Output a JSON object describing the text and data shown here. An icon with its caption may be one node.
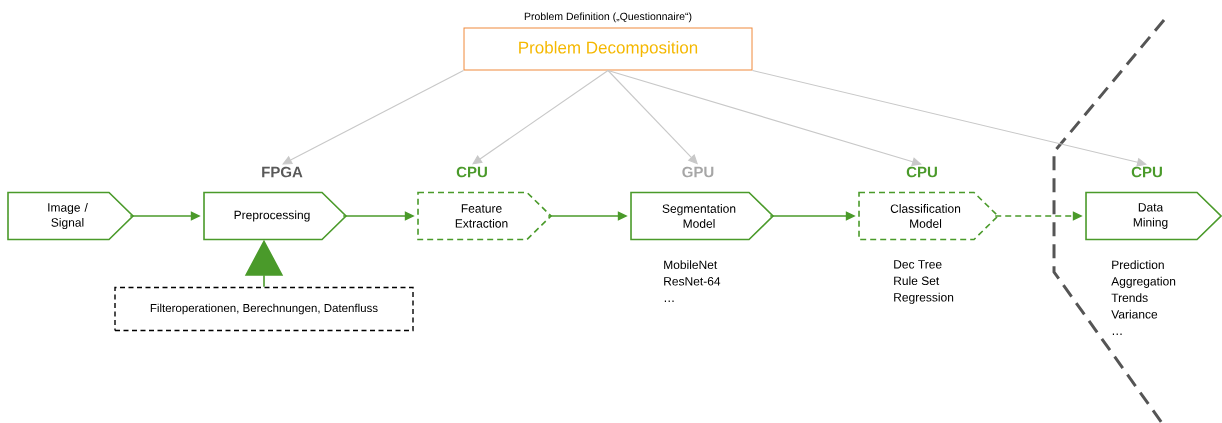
{
  "diagram": {
    "nodes": [
      {
        "text": [
          "Problem Definition („Questionnaire“)",
          "Problem Decomposition"
        ]
      },
      {
        "text": [
          "FPGA"
        ]
      },
      {
        "text": [
          "CPU"
        ]
      },
      {
        "text": [
          "GPU"
        ]
      },
      {
        "text": [
          "CPU"
        ]
      },
      {
        "text": [
          "CPU"
        ]
      },
      {
        "text": [
          "Image / Signal"
        ]
      },
      {
        "text": [
          "Preprocessing"
        ]
      },
      {
        "text": [
          "Feature Extraction"
        ]
      },
      {
        "text": [
          "Segmentation Model"
        ],
        "beside": [
          "MobileNet",
          "ResNet-64",
          "…"
        ]
      },
      {
        "text": [
          "Classification Model"
        ],
        "beside": [
          "Dec Tree",
          "Rule Set",
          "Regression"
        ]
      },
      {
        "text": [
          "Data Mining"
        ],
        "beside": [
          "Prediction",
          "Aggregation",
          "Trends",
          "Variance",
          "…"
        ]
      },
      {
        "text": [
          "Filteroperationen, Berechnungen, Datenfluss"
        ]
      }
    ],
    "edges": [
      {
        "from": 0,
        "to": 1,
        "arrow": "to",
        "color": "#c8c8c8"
      },
      {
        "from": 0,
        "to": 2,
        "arrow": "to",
        "color": "#c8c8c8"
      },
      {
        "from": 0,
        "to": 3,
        "arrow": "to",
        "color": "#c8c8c8"
      },
      {
        "from": 0,
        "to": 4,
        "arrow": "to",
        "color": "#c8c8c8"
      },
      {
        "from": 0,
        "to": 5,
        "arrow": "to",
        "color": "#c8c8c8"
      },
      {
        "from": 6,
        "to": 7,
        "arrow": "to"
      },
      {
        "from": 7,
        "to": 8,
        "arrow": "to"
      },
      {
        "from": 8,
        "to": 9,
        "arrow": "to"
      },
      {
        "from": 9,
        "to": 10,
        "arrow": "to"
      },
      {
        "from": 10,
        "to": 11,
        "arrow": "to",
        "style": "dashed"
      },
      {
        "from": 12,
        "to": 7,
        "arrow": "to"
      }
    ]
  }
}
